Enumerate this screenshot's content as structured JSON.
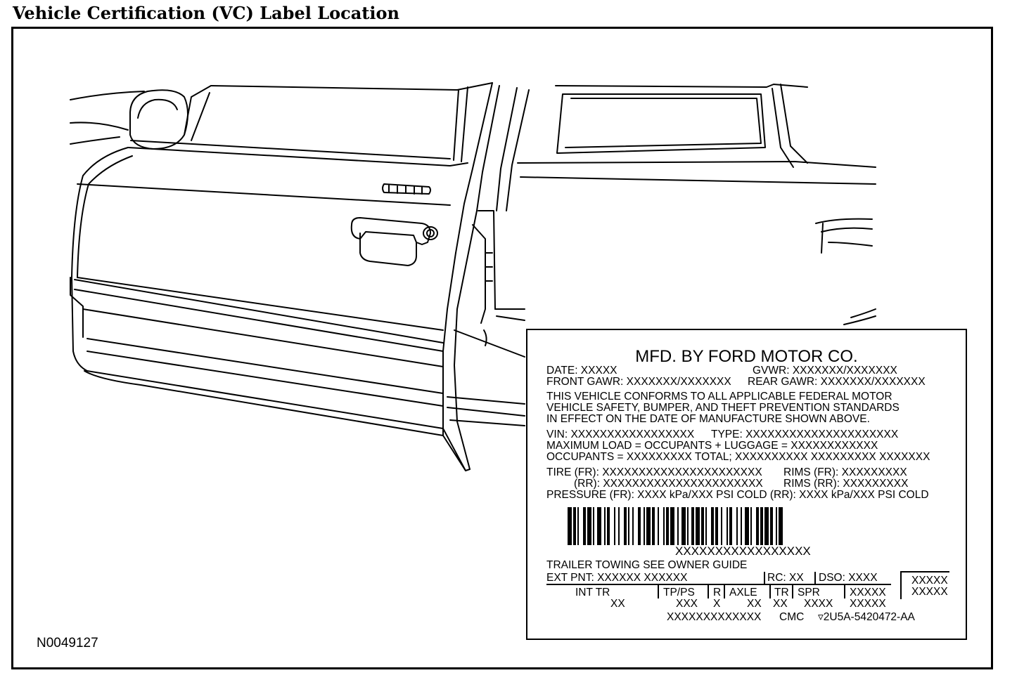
{
  "title": "Vehicle Certification (VC) Label Location",
  "figure_id": "N0049127",
  "label": {
    "manufacturer": "MFD. BY FORD MOTOR CO.",
    "date": "DATE: XXXXX",
    "gvwr": "GVWR: XXXXXXX/XXXXXXX",
    "front_gawr": "FRONT GAWR: XXXXXXX/XXXXXXX",
    "rear_gawr": "REAR GAWR:  XXXXXXX/XXXXXXX",
    "conform_1": "THIS VEHICLE CONFORMS TO ALL APPLICABLE FEDERAL MOTOR",
    "conform_2": "VEHICLE SAFETY, BUMPER, AND THEFT PREVENTION STANDARDS",
    "conform_3": "IN EFFECT ON THE DATE OF MANUFACTURE SHOWN ABOVE.",
    "vin": "VIN: XXXXXXXXXXXXXXXXX",
    "type": "TYPE: XXXXXXXXXXXXXXXXXXXXX",
    "max_load": "MAXIMUM LOAD = OCCUPANTS + LUGGAGE = XXXXXXXXXXXX",
    "occupants": "OCCUPANTS = XXXXXXXXX  TOTAL; XXXXXXXXXX XXXXXXXXX XXXXXXX",
    "tire_fr": "TIRE (FR): XXXXXXXXXXXXXXXXXXXXXX",
    "rims_fr": "RIMS (FR): XXXXXXXXX",
    "tire_rr": "(RR): XXXXXXXXXXXXXXXXXXXXXX",
    "rims_rr": "RIMS (RR): XXXXXXXXX",
    "pressure": "PRESSURE (FR): XXXX kPa/XXX PSI COLD  (RR): XXXX kPa/XXX PSI COLD",
    "barcode_text": "XXXXXXXXXXXXXXXXX",
    "trailer": "TRAILER TOWING   SEE OWNER GUIDE",
    "ext_pnt": "EXT PNT: XXXXXX XXXXXX",
    "rc": "RC: XX",
    "dso": "DSO: XXXX",
    "box_1": "XXXXX",
    "box_2": "XXXXX",
    "int_tr": "INT TR",
    "int_tr_val": "XX",
    "tp_ps": "TP/PS",
    "tp_ps_val": "XXX",
    "r": "R",
    "r_val": "X",
    "axle": "AXLE",
    "axle_val": "XX",
    "tr": "TR",
    "tr_val": "XX",
    "spr": "SPR",
    "spr_val": "XXXX",
    "last_col_1": "XXXXX",
    "last_col_2": "XXXXX",
    "bottom_code": "XXXXXXXXXXXXX",
    "cmc": "CMC",
    "part_number": "▿2U5A-5420472-AA"
  }
}
